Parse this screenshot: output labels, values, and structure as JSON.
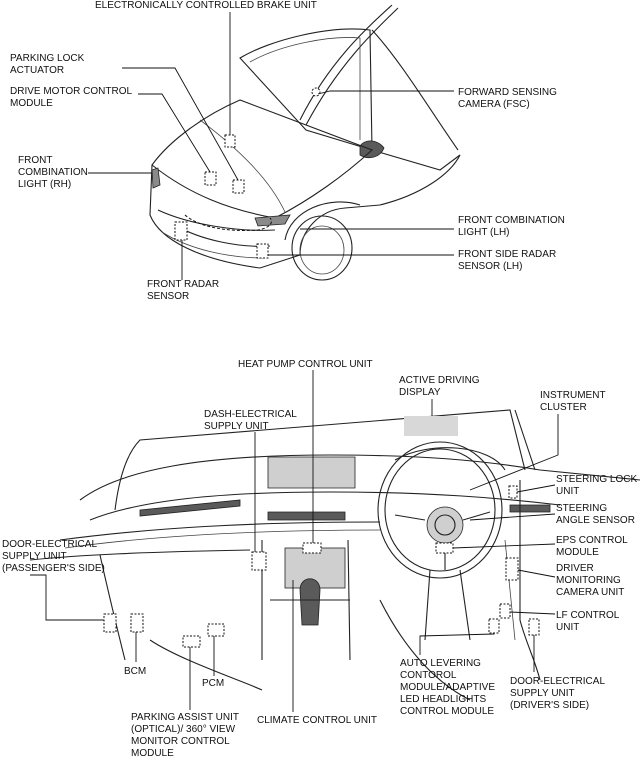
{
  "diagram": {
    "top_labels": {
      "brake_unit": [
        "ELECTRONICALLY CONTROLLED BRAKE UNIT"
      ],
      "parking_lock": [
        "PARKING LOCK",
        "ACTUATOR"
      ],
      "drive_motor": [
        "DRIVE MOTOR CONTROL",
        "MODULE"
      ],
      "front_combination_rh": [
        "FRONT",
        "COMBINATION",
        "LIGHT (RH)"
      ],
      "forward_camera": [
        "FORWARD SENSING",
        "CAMERA (FSC)"
      ],
      "front_combination_lh": [
        "FRONT COMBINATION",
        "LIGHT (LH)"
      ],
      "front_side_radar": [
        "FRONT SIDE RADAR",
        "SENSOR (LH)"
      ],
      "front_radar": [
        "FRONT RADAR",
        "SENSOR"
      ]
    },
    "bottom_labels": {
      "heat_pump": [
        "HEAT PUMP CONTROL UNIT"
      ],
      "active_display": [
        "ACTIVE DRIVING",
        "DISPLAY"
      ],
      "instrument_cluster": [
        "INSTRUMENT",
        "CLUSTER"
      ],
      "dash_electrical": [
        "DASH-ELECTRICAL",
        "SUPPLY UNIT"
      ],
      "steering_lock": [
        "STEERING LOCK",
        "UNIT"
      ],
      "steering_angle": [
        "STEERING",
        "ANGLE SENSOR"
      ],
      "eps_control": [
        "EPS CONTROL",
        "MODULE"
      ],
      "door_passenger": [
        "DOOR-ELECTRICAL",
        "SUPPLY UNIT",
        "(PASSENGER'S SIDE)"
      ],
      "driver_monitoring": [
        "DRIVER",
        "MONITORING",
        "CAMERA UNIT"
      ],
      "lf_control": [
        "LF CONTROL",
        "UNIT"
      ],
      "bcm": [
        "BCM"
      ],
      "pcm": [
        "PCM"
      ],
      "auto_levering": [
        "AUTO LEVERING",
        "CONTOROL",
        "MODULE/ADAPTIVE",
        "LED HEADLIGHTS",
        "CONTROL MODULE"
      ],
      "door_driver": [
        "DOOR-ELECTRICAL",
        "SUPPLY UNIT",
        "(DRIVER'S SIDE)"
      ],
      "parking_assist": [
        "PARKING ASSIST UNIT",
        "(OPTICAL)/ 360° VIEW",
        "MONITOR CONTROL",
        "MODULE"
      ],
      "climate_control": [
        "CLIMATE CONTROL UNIT"
      ]
    }
  }
}
